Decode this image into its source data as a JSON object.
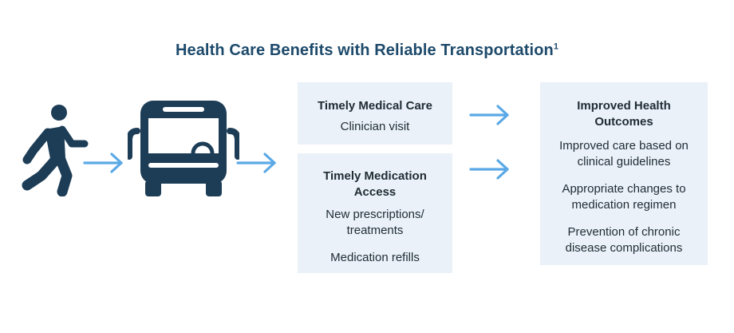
{
  "title": {
    "text": "Health Care Benefits with Reliable Transportation",
    "footnote": "1"
  },
  "icons": {
    "person": "walking-person-icon",
    "bus": "bus-icon",
    "arrow": "right-arrow-icon"
  },
  "colors": {
    "title": "#1d4a6b",
    "icon": "#1d3d57",
    "arrow": "#5aa9e6",
    "box_background": "#eaf1f9",
    "text": "#1f2b33"
  },
  "boxes": {
    "timely_care": {
      "heading": "Timely Medical Care",
      "lines": [
        "Clinician visit"
      ]
    },
    "timely_medication": {
      "heading": "Timely Medication Access",
      "lines": [
        "New prescriptions/ treatments",
        "Medication refills"
      ]
    },
    "outcomes": {
      "heading": "Improved Health Outcomes",
      "lines": [
        "Improved care based on clinical guidelines",
        "Appropriate changes to medication regimen",
        "Prevention of chronic disease complications"
      ]
    }
  }
}
